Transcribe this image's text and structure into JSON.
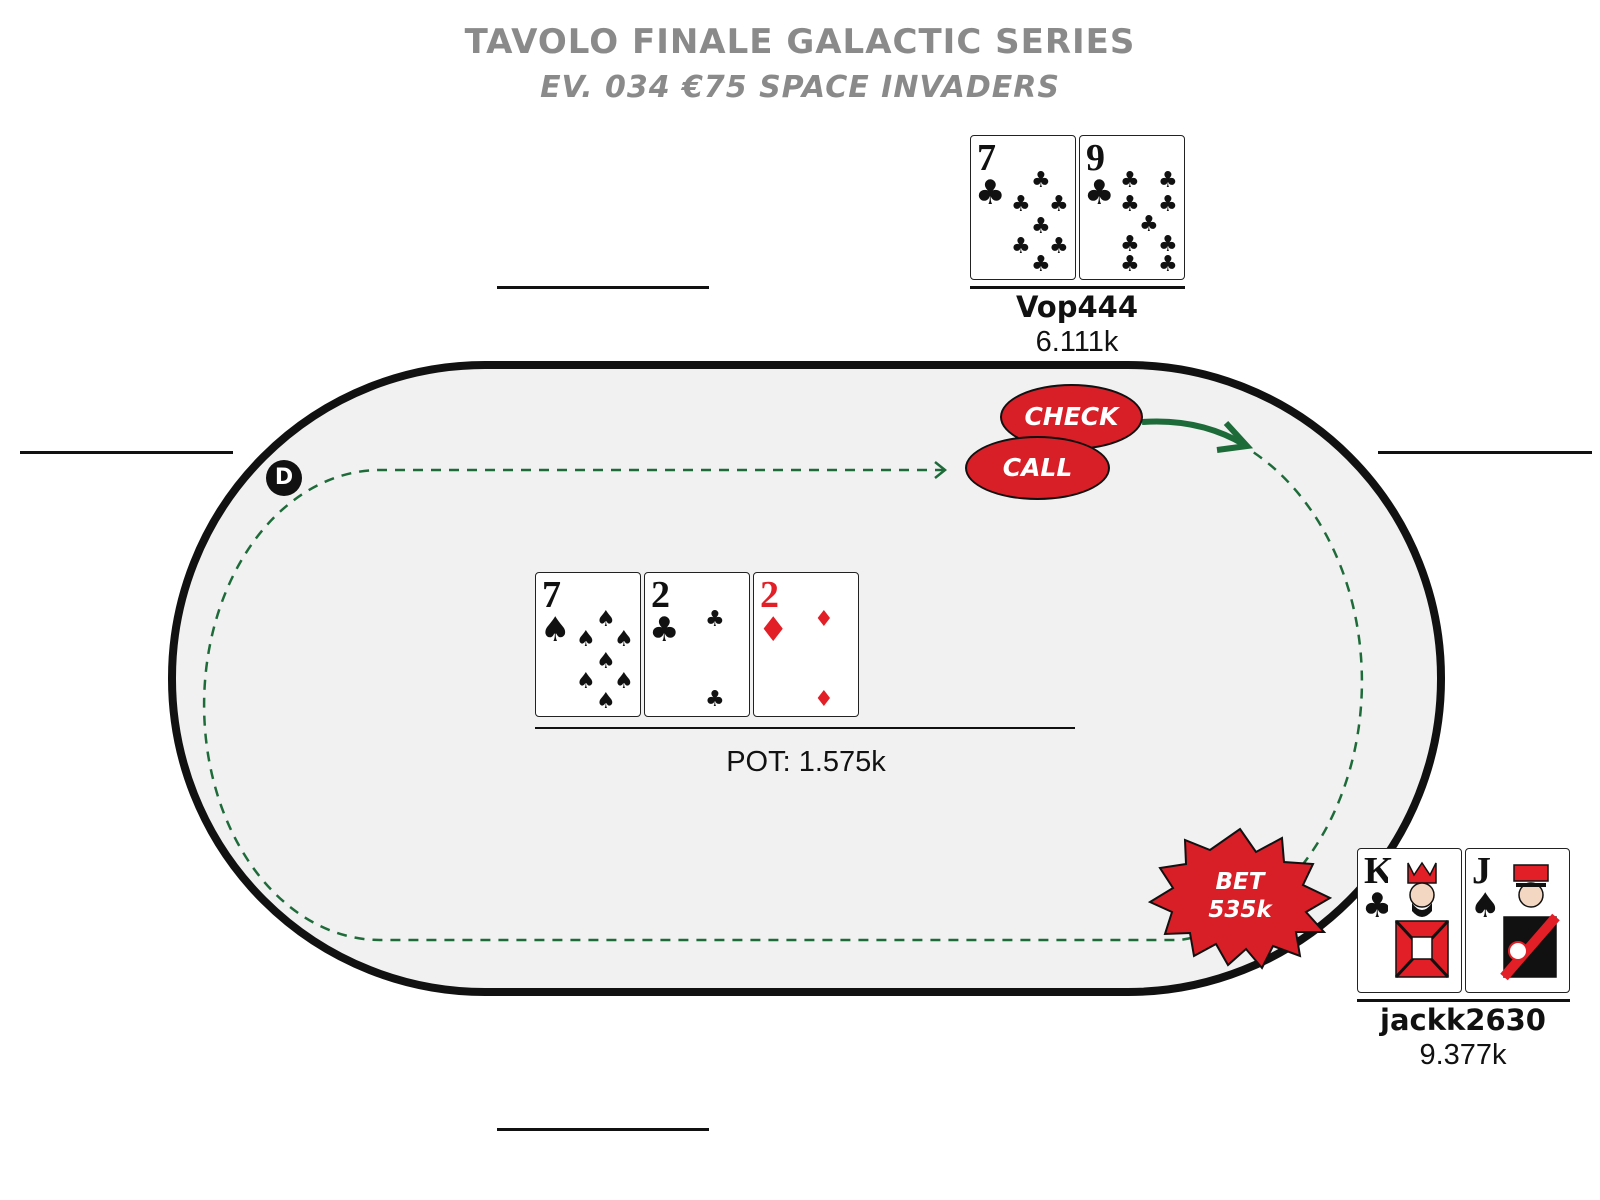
{
  "title": {
    "line1": "TAVOLO FINALE GALACTIC SERIES",
    "line2": "EV. 034 €75 SPACE INVADERS"
  },
  "players": {
    "top": {
      "name": "Vop444",
      "stack": "6.111k",
      "cards": [
        {
          "rank": "7",
          "suit": "clubs"
        },
        {
          "rank": "9",
          "suit": "clubs"
        }
      ],
      "actions": [
        "CHECK",
        "CALL"
      ]
    },
    "right": {
      "name": "jackk2630",
      "stack": "9.377k",
      "cards": [
        {
          "rank": "K",
          "suit": "clubs"
        },
        {
          "rank": "J",
          "suit": "spades"
        }
      ],
      "action": "BET\n535k"
    }
  },
  "board": {
    "cards": [
      {
        "rank": "7",
        "suit": "spades"
      },
      {
        "rank": "2",
        "suit": "clubs"
      },
      {
        "rank": "2",
        "suit": "diamonds"
      }
    ],
    "pot": "POT: 1.575k"
  },
  "dealer_button": "D",
  "colors": {
    "title": "#8a8a8a",
    "felt": "#f1f1f1",
    "action_red": "#d81e26",
    "arrow_green": "#1e6b3a",
    "suit_red": "#e21f26"
  }
}
